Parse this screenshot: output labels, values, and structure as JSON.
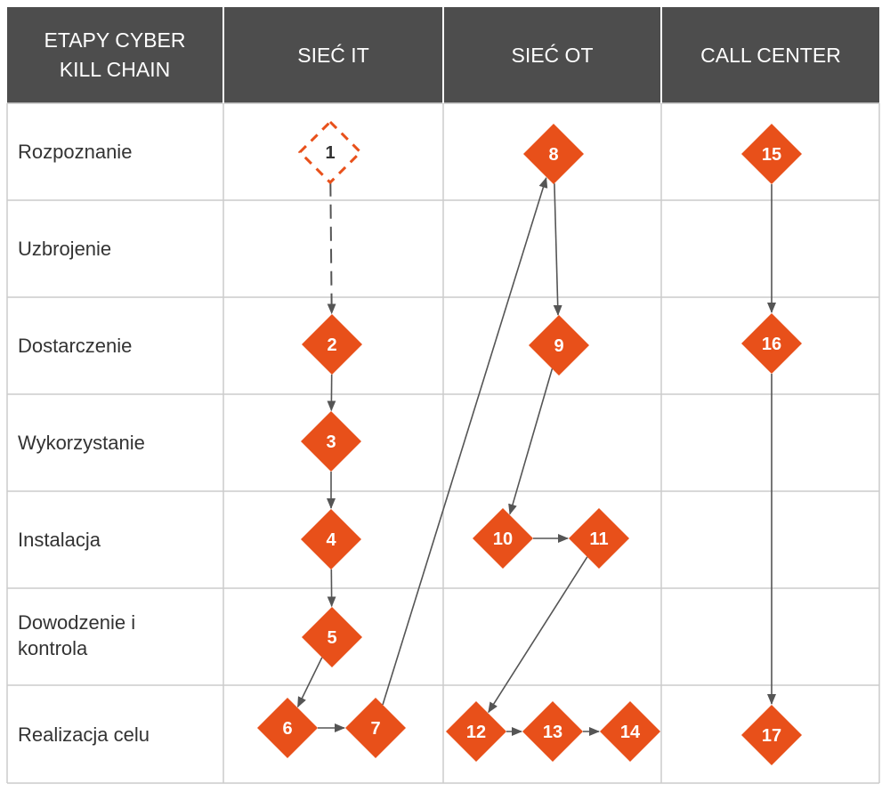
{
  "colors": {
    "header_bg": "#4d4d4d",
    "header_text": "#ffffff",
    "node_fill": "#e8501a",
    "node_text": "#ffffff",
    "dashed_node_stroke": "#e8501a",
    "dashed_node_text": "#333333",
    "grid": "#cccccc",
    "arrow": "#555555"
  },
  "header": {
    "stage": "ETAPY CYBER KILL CHAIN",
    "columns": [
      "SIEĆ IT",
      "SIEĆ OT",
      "CALL CENTER"
    ]
  },
  "rows": [
    "Rozpoznanie",
    "Uzbrojenie",
    "Dostarczenie",
    "Wykorzystanie",
    "Instalacja",
    "Dowodzenie i kontrola",
    "Realizacja celu"
  ],
  "nodes": [
    {
      "id": 1,
      "column": "SIEĆ IT",
      "row": "Rozpoznanie",
      "style": "dashed"
    },
    {
      "id": 2,
      "column": "SIEĆ IT",
      "row": "Dostarczenie",
      "style": "solid"
    },
    {
      "id": 3,
      "column": "SIEĆ IT",
      "row": "Wykorzystanie",
      "style": "solid"
    },
    {
      "id": 4,
      "column": "SIEĆ IT",
      "row": "Instalacja",
      "style": "solid"
    },
    {
      "id": 5,
      "column": "SIEĆ IT",
      "row": "Dowodzenie i kontrola",
      "style": "solid"
    },
    {
      "id": 6,
      "column": "SIEĆ IT",
      "row": "Realizacja celu",
      "style": "solid"
    },
    {
      "id": 7,
      "column": "SIEĆ IT",
      "row": "Realizacja celu",
      "style": "solid"
    },
    {
      "id": 8,
      "column": "SIEĆ OT",
      "row": "Rozpoznanie",
      "style": "solid"
    },
    {
      "id": 9,
      "column": "SIEĆ OT",
      "row": "Dostarczenie",
      "style": "solid"
    },
    {
      "id": 10,
      "column": "SIEĆ OT",
      "row": "Instalacja",
      "style": "solid"
    },
    {
      "id": 11,
      "column": "SIEĆ OT",
      "row": "Instalacja",
      "style": "solid"
    },
    {
      "id": 12,
      "column": "SIEĆ OT",
      "row": "Realizacja celu",
      "style": "solid"
    },
    {
      "id": 13,
      "column": "SIEĆ OT",
      "row": "Realizacja celu",
      "style": "solid"
    },
    {
      "id": 14,
      "column": "SIEĆ OT",
      "row": "Realizacja celu",
      "style": "solid"
    },
    {
      "id": 15,
      "column": "CALL CENTER",
      "row": "Rozpoznanie",
      "style": "solid"
    },
    {
      "id": 16,
      "column": "CALL CENTER",
      "row": "Dostarczenie",
      "style": "solid"
    },
    {
      "id": 17,
      "column": "CALL CENTER",
      "row": "Realizacja celu",
      "style": "solid"
    }
  ],
  "edges": [
    {
      "from": 1,
      "to": 2,
      "style": "dashed"
    },
    {
      "from": 2,
      "to": 3,
      "style": "solid"
    },
    {
      "from": 3,
      "to": 4,
      "style": "solid"
    },
    {
      "from": 4,
      "to": 5,
      "style": "solid"
    },
    {
      "from": 5,
      "to": 6,
      "style": "solid"
    },
    {
      "from": 6,
      "to": 7,
      "style": "solid"
    },
    {
      "from": 7,
      "to": 8,
      "style": "solid"
    },
    {
      "from": 8,
      "to": 9,
      "style": "solid"
    },
    {
      "from": 9,
      "to": 10,
      "style": "solid"
    },
    {
      "from": 10,
      "to": 11,
      "style": "solid"
    },
    {
      "from": 11,
      "to": 12,
      "style": "solid"
    },
    {
      "from": 12,
      "to": 13,
      "style": "solid"
    },
    {
      "from": 13,
      "to": 14,
      "style": "solid"
    },
    {
      "from": 15,
      "to": 16,
      "style": "solid"
    },
    {
      "from": 16,
      "to": 17,
      "style": "solid"
    }
  ]
}
